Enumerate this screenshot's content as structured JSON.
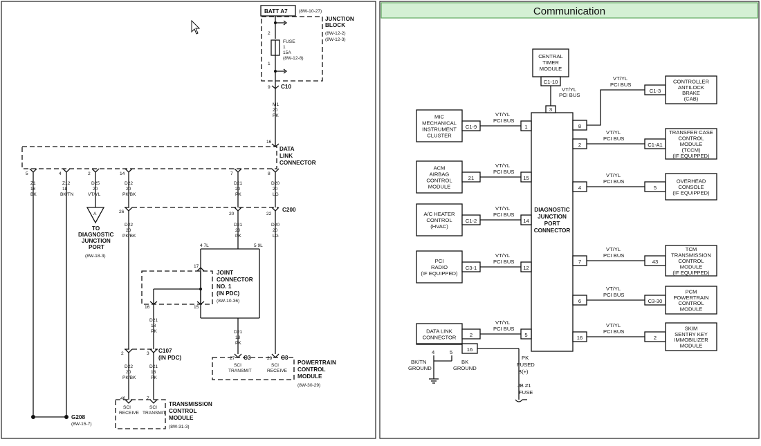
{
  "left": {
    "batt_label": "BATT A7",
    "batt_ref": "(8W-10-27)",
    "junction_block": [
      "JUNCTION",
      "BLOCK",
      "(8W-12-2)",
      "(8W-12-3)"
    ],
    "fuse": [
      "FUSE",
      "1",
      "15A",
      "(8W-12-8)"
    ],
    "pin2": "2",
    "pin1": "1",
    "pin9": "9",
    "c10": "C10",
    "wire_m1": [
      "M1",
      "20",
      "PK"
    ],
    "pin16": "16",
    "dlc": [
      "DATA",
      "LINK",
      "CONNECTOR"
    ],
    "dlc_pins": [
      "5",
      "4",
      "2",
      "14",
      "7",
      "8"
    ],
    "wire_z1": [
      "Z1",
      "18",
      "BK"
    ],
    "wire_z12": [
      "Z12",
      "18",
      "BK/TN"
    ],
    "wire_d25": [
      "D25",
      "20",
      "VT/YL"
    ],
    "wire_d22a": [
      "D22",
      "20",
      "PK/BK"
    ],
    "wire_d21a": [
      "D21",
      "20",
      "PK"
    ],
    "wire_d20a": [
      "D20",
      "20",
      "LG"
    ],
    "tri_label": "A",
    "diag_port": [
      "TO",
      "DIAGNOSTIC",
      "JUNCTION",
      "PORT",
      "(8W-18-3)"
    ],
    "c200_pins": [
      "26",
      "20",
      "22"
    ],
    "c200": "C200",
    "wire_d22b": [
      "D22",
      "20",
      "PK/BK"
    ],
    "wire_d21b": [
      "D21",
      "20",
      "PK"
    ],
    "wire_d20b": [
      "D20",
      "20",
      "LG"
    ],
    "joint_tl": "4 7L",
    "joint_tr": "5 9L",
    "jc_pins": [
      "17",
      "16",
      "15"
    ],
    "joint": [
      "JOINT",
      "CONNECTOR",
      "NO. 1",
      "(IN PDC)",
      "(8W-10-36)"
    ],
    "wire_d21c": [
      "D21",
      "18",
      "PK"
    ],
    "c107": [
      "C107",
      "(IN PDC)"
    ],
    "c107_pins": [
      "2",
      "3"
    ],
    "wire_d21d": [
      "D21",
      "18",
      "PK"
    ],
    "wire_d22c": [
      "D22",
      "20",
      "PK/BK"
    ],
    "wire_d21e": [
      "D21",
      "18",
      "PK"
    ],
    "c3_pins": [
      "27",
      "29"
    ],
    "c3": "C3",
    "pcm_pins": [
      "SCI",
      "TRANSMIT",
      "SCI",
      "RECEIVE"
    ],
    "pcm": [
      "POWERTRAIN",
      "CONTROL",
      "MODULE",
      "(8W-30-29)"
    ],
    "tcm_pin_nums": [
      "46",
      "7"
    ],
    "tcm_pins": [
      "SCI",
      "RECEIVE",
      "SCI",
      "TRANSMIT"
    ],
    "tcm": [
      "TRANSMISSION",
      "CONTROL",
      "MODULE",
      "(8W-31-3)"
    ],
    "ground": [
      "G208",
      "(8W-15-7)"
    ]
  },
  "right": {
    "title": "Communication",
    "header_bg": "#d4f0d4",
    "header_border": "#5fa85f",
    "center": [
      "DIAGNOSTIC",
      "JUNCTION",
      "PORT",
      "CONNECTOR"
    ],
    "bus": [
      "VT/YL",
      "PCI BUS"
    ],
    "ctm": {
      "name": [
        "CENTRAL",
        "TIMER",
        "MODULE"
      ],
      "conn": "C1-10",
      "pin": "3"
    },
    "left_modules": [
      {
        "name": [
          "MIC",
          "MECHANICAL",
          "INSTRUMENT",
          "CLUSTER"
        ],
        "conn": "C1-9",
        "pin": "1"
      },
      {
        "name": [
          "ACM",
          "AIRBAG",
          "CONTROL",
          "MODULE"
        ],
        "conn": "21",
        "pin": "15"
      },
      {
        "name": [
          "A/C HEATER",
          "CONTROL",
          "(HVAC)"
        ],
        "conn": "C1-2",
        "pin": "14"
      },
      {
        "name": [
          "PCI",
          "RADIO",
          "(IF EQUIPPED)"
        ],
        "conn": "C3-1",
        "pin": "12"
      },
      {
        "name": [
          "DATA LINK",
          "CONNECTOR"
        ],
        "conn": "2",
        "pin": "5"
      }
    ],
    "right_modules": [
      {
        "name": [
          "CONTROLLER",
          "ANTILOCK",
          "BRAKE",
          "(CAB)"
        ],
        "conn": "C1-3",
        "pin": "8"
      },
      {
        "name": [
          "TRANSFER CASE",
          "CONTROL",
          "MODULE",
          "(TCCM)",
          "(IF EQUIPPED)"
        ],
        "conn": "C1-A1",
        "pin": "2"
      },
      {
        "name": [
          "OVERHEAD",
          "CONSOLE",
          "(IF EQUIPPED)"
        ],
        "conn": "5",
        "pin": "4"
      },
      {
        "name": [
          "TCM",
          "TRANSMISSION",
          "CONTROL",
          "MODULE",
          "(IF EQUIPPED)"
        ],
        "conn": "43",
        "pin": "7"
      },
      {
        "name": [
          "PCM",
          "POWERTRAIN",
          "CONTROL",
          "MODULE"
        ],
        "conn": "C3-30",
        "pin": "6"
      },
      {
        "name": [
          "SKIM",
          "SENTRY KEY",
          "IMMOBILIZER",
          "MODULE"
        ],
        "conn": "2",
        "pin": "16"
      }
    ],
    "dlc_extra": {
      "pin16": "16",
      "pins": [
        "4",
        "5"
      ],
      "gnd1": [
        "BK/TN",
        "GROUND"
      ],
      "gnd2": [
        "BK",
        "GROUND"
      ]
    },
    "fused": [
      "PK",
      "FUSED",
      "B(+)"
    ],
    "fuse": [
      "JB #1",
      "FUSE"
    ]
  }
}
